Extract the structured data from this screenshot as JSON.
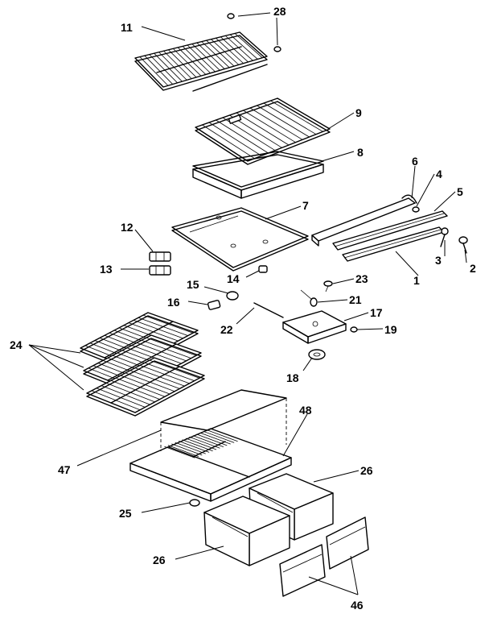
{
  "callouts": {
    "c11": "11",
    "c28": "28",
    "c9": "9",
    "c8": "8",
    "c6": "6",
    "c4": "4",
    "c5": "5",
    "c7": "7",
    "c12": "12",
    "c13": "13",
    "c14": "14",
    "c3": "3",
    "c2": "2",
    "c1": "1",
    "c15": "15",
    "c23": "23",
    "c16": "16",
    "c21": "21",
    "c22": "22",
    "c17": "17",
    "c19": "19",
    "c24": "24",
    "c18": "18",
    "c48": "48",
    "c47": "47",
    "c26a": "26",
    "c25": "25",
    "c26b": "26",
    "c46": "46"
  }
}
